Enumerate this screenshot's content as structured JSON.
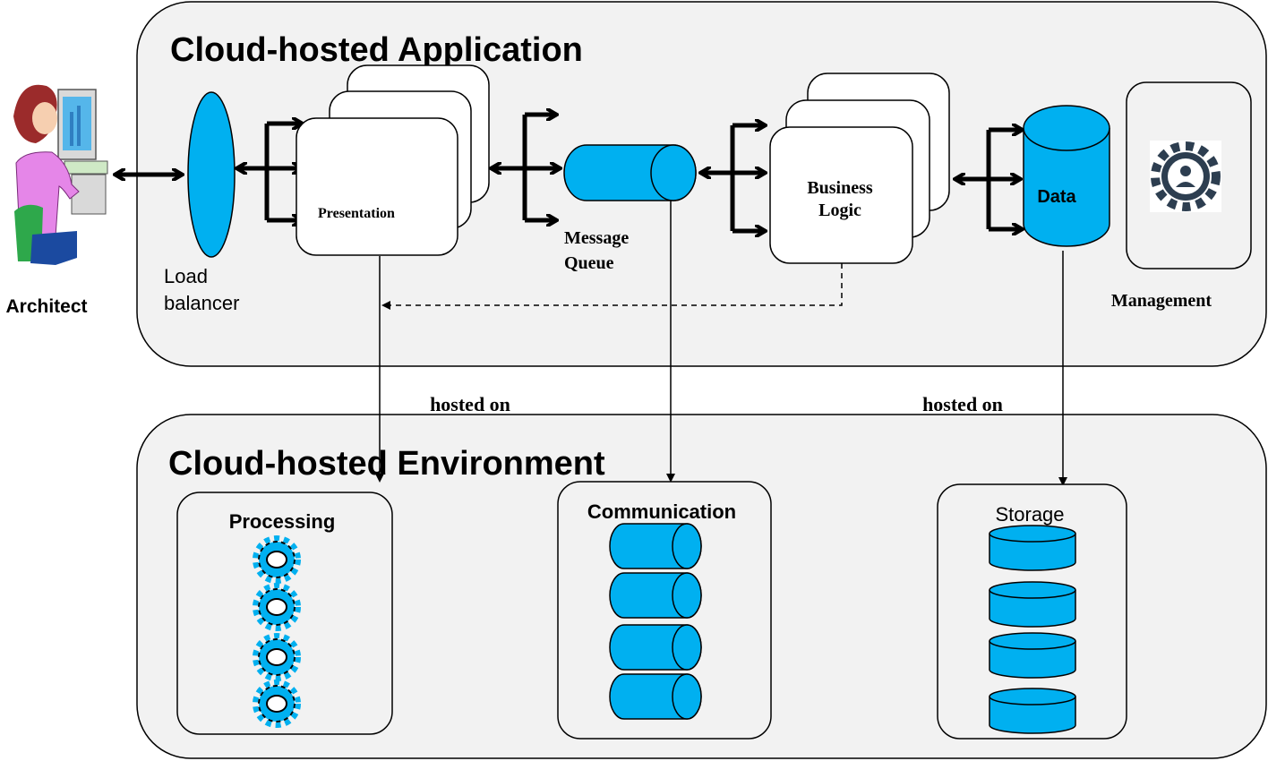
{
  "colors": {
    "accent": "#00b0f0",
    "panel": "#f2f2f2",
    "stroke": "#000000",
    "gear": "#2d3e50"
  },
  "application": {
    "title": "Cloud-hosted Application"
  },
  "environment": {
    "title": "Cloud-hosted Environment"
  },
  "actor": {
    "label": "Architect",
    "icon": "architect-at-computer-icon"
  },
  "load_balancer": {
    "label_line1": "Load",
    "label_line2": "balancer"
  },
  "presentation": {
    "label": "Presentation"
  },
  "message_queue": {
    "label_line1": "Message",
    "label_line2": "Queue"
  },
  "business_logic": {
    "label_line1": "Business",
    "label_line2": "Logic"
  },
  "data": {
    "label": "Data"
  },
  "management": {
    "label": "Management",
    "icon": "gear-person-icon"
  },
  "relations": {
    "hosted_on_left": "hosted on",
    "hosted_on_right": "hosted on"
  },
  "processing": {
    "label": "Processing",
    "icon": "gear-icon"
  },
  "communication": {
    "label": "Communication",
    "icon": "cylinder-icon"
  },
  "storage": {
    "label": "Storage",
    "icon": "disk-icon"
  }
}
